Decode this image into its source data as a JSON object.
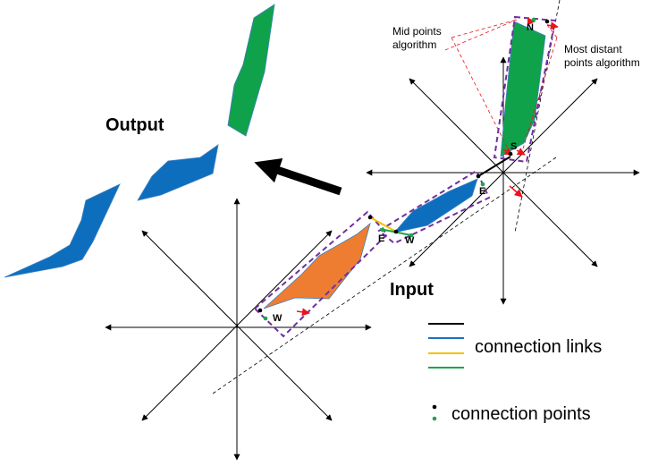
{
  "labels": {
    "output": "Output",
    "input": "Input",
    "mid_points": [
      "Mid points",
      "algorithm"
    ],
    "most_distant": [
      "Most distant",
      "points algorithm"
    ],
    "connection_links": "connection links",
    "connection_points": "connection points"
  },
  "markers": {
    "N": "N",
    "S": "S",
    "E_upper": "E",
    "E_lower": "E",
    "W_upper": "W",
    "W_lower": "W"
  },
  "legend": {
    "link_colors": [
      "#000000",
      "#1f6fbf",
      "#f5c000",
      "#1aa64a"
    ],
    "point_colors": [
      "#000000",
      "#1aa64a"
    ]
  },
  "colors": {
    "green_shape": "#0fa24b",
    "blue_shape": "#0d6ebe",
    "orange_shape": "#ee7d31",
    "dashed_box": "#7030a0",
    "red_marker": "#e8141b"
  }
}
